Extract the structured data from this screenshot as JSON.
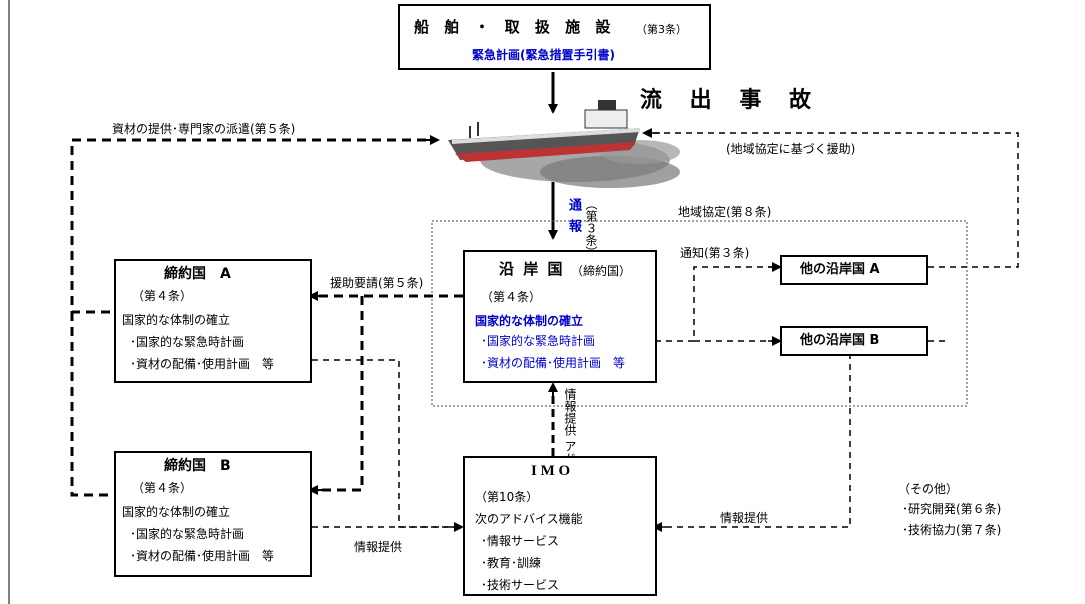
{
  "ship_box": {
    "title": "船 舶 ・ 取 扱 施 設",
    "article": "（第3条）",
    "subtitle": "緊急計画(緊急措置手引書)"
  },
  "accident": "流 出 事 故",
  "notify": {
    "label": "通報",
    "article": "（第３条）"
  },
  "labels": {
    "supply": "資材の提供･専門家の派遣(第５条)",
    "regional_aid": "(地域協定に基づく援助)",
    "regional_agreement": "地域協定(第８条)",
    "notice": "通知(第３条)",
    "aid_request": "援助要請(第５条)",
    "info_provision_vertical": "情報提供 アドバイス",
    "info_left": "情報提供",
    "info_right": "情報提供"
  },
  "coastal": {
    "title": "沿 岸 国",
    "suffix": "（締約国）",
    "article": "（第４条）",
    "line1": "国家的な体制の確立",
    "line2": "･国家的な緊急時計画",
    "line3": "･資材の配備･使用計画　等"
  },
  "party_a": {
    "title": "締約国　A",
    "article": "（第４条）",
    "line1": "国家的な体制の確立",
    "line2": "･国家的な緊急時計画",
    "line3": "･資材の配備･使用計画　等"
  },
  "party_b": {
    "title": "締約国　B",
    "article": "（第４条）",
    "line1": "国家的な体制の確立",
    "line2": "･国家的な緊急時計画",
    "line3": "･資材の配備･使用計画　等"
  },
  "other_a": "他の沿岸国 A",
  "other_b": "他の沿岸国 B",
  "imo": {
    "title": "I M O",
    "article": "（第10条）",
    "line1": "次のアドバイス機能",
    "line2": "･情報サービス",
    "line3": "･教育･訓練",
    "line4": "･技術サービス"
  },
  "others": {
    "title": "（その他）",
    "item1": "･研究開発(第６条)",
    "item2": "･技術協力(第７条)"
  }
}
